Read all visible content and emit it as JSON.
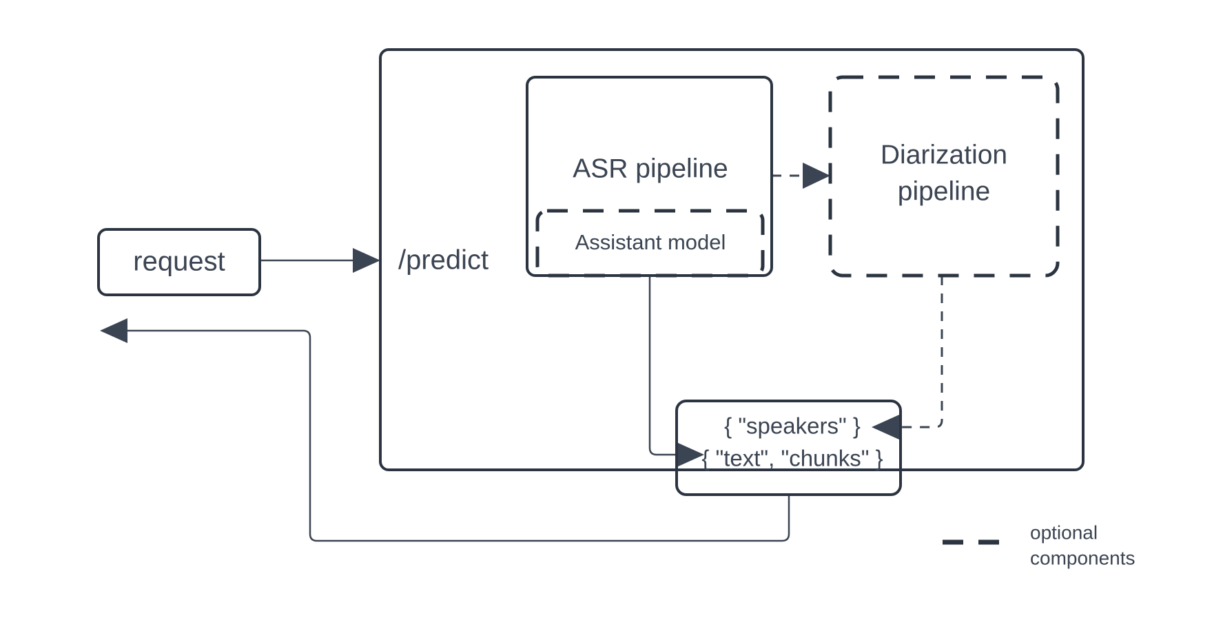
{
  "diagram": {
    "title_nodes": {
      "request": "request",
      "predict": "/predict",
      "asr_pipeline": "ASR pipeline",
      "assistant_model": "Assistant model",
      "diarization_pipeline_line1": "Diarization",
      "diarization_pipeline_line2": "pipeline",
      "output_speakers": "{ \"speakers\" }",
      "output_text_chunks": "{ \"text\", \"chunks\" }"
    },
    "legend": {
      "label_line1": "optional",
      "label_line2": "components"
    },
    "colors": {
      "stroke": "#2b3440",
      "text": "#3b4452",
      "connector": "#3b4452",
      "background": "#ffffff"
    },
    "edges": [
      {
        "name": "request-to-predict",
        "from": "request",
        "to": "/predict",
        "style": "solid",
        "arrow": true
      },
      {
        "name": "asr-to-diarization",
        "from": "ASR pipeline",
        "to": "Diarization pipeline",
        "style": "dashed",
        "arrow": true
      },
      {
        "name": "assistant-to-output",
        "from": "Assistant model",
        "to": "{ \"text\", \"chunks\" }",
        "style": "solid",
        "arrow": true
      },
      {
        "name": "diarization-to-output",
        "from": "Diarization pipeline",
        "to": "{ \"speakers\" }",
        "style": "dashed",
        "arrow": true
      },
      {
        "name": "output-to-response",
        "from": "output",
        "to": "response",
        "style": "solid",
        "arrow": true
      }
    ]
  }
}
